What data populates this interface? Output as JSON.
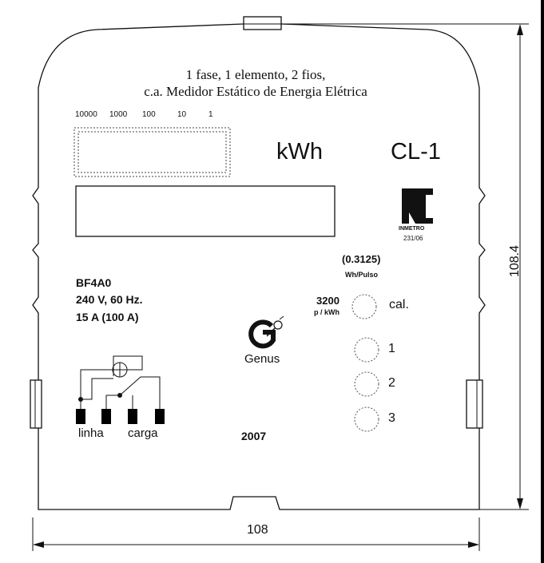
{
  "title": {
    "line1": "1 fase, 1 elemento, 2 fios,",
    "line2": "c.a. Medidor Estático de Energia Elétrica"
  },
  "register_scale": [
    "10000",
    "1000",
    "100",
    "10",
    "1"
  ],
  "unit_label": "kWh",
  "class_label": "CL-1",
  "inmetro": {
    "logo_text": "INMETRO",
    "approval": "231/06"
  },
  "pulse": {
    "value": "(0.3125)",
    "unit": "Wh/Pulso"
  },
  "constant": {
    "value": "3200",
    "unit": "p / kWh"
  },
  "specs": {
    "model": "BF4A0",
    "voltage": "240 V, 60 Hz.",
    "current": "15 A (100 A)"
  },
  "brand": "Genus",
  "leds": {
    "cal": "cal.",
    "phase1": "1",
    "phase2": "2",
    "phase3": "3"
  },
  "terminals": {
    "line": "linha",
    "load": "carga"
  },
  "year": "2007",
  "dimensions": {
    "width": "108",
    "height": "108.4"
  },
  "colors": {
    "line": "#111111",
    "dotted": "#555555",
    "terminal": "#000000"
  }
}
